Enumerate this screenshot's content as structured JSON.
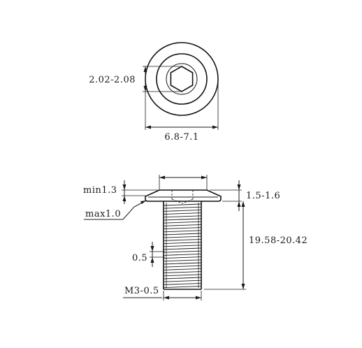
{
  "labels": {
    "hex_socket": "2.02-2.08",
    "head_diameter": "6.8-7.1",
    "min_height": "min1.3",
    "head_height": "1.5-1.6",
    "max_radius": "max1.0",
    "pitch": "0.5",
    "length": "19.58-20.42",
    "thread": "M3-0.5"
  },
  "colors": {
    "line": "#1a1a1a",
    "background": "#ffffff"
  }
}
